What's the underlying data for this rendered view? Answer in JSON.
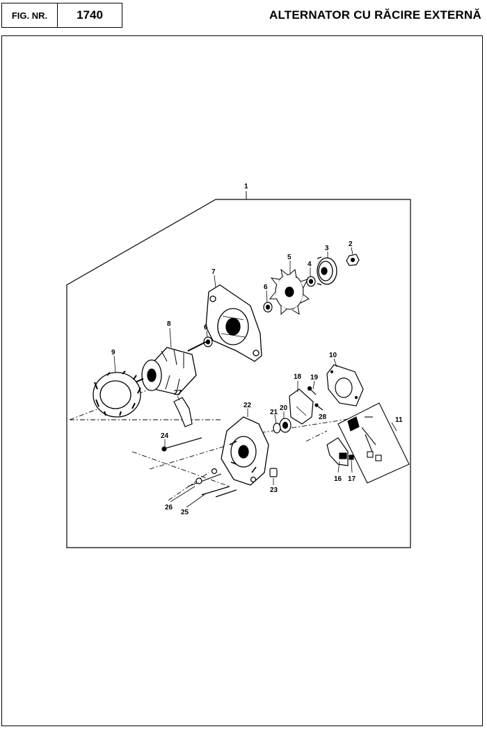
{
  "header": {
    "fig_label": "FIG. NR.",
    "fig_number": "1740",
    "title": "ALTERNATOR CU RĂCIRE EXTERNĂ"
  },
  "callouts": {
    "c1": "1",
    "c2": "2",
    "c3": "3",
    "c4": "4",
    "c5": "5",
    "c6a": "6",
    "c6b": "6",
    "c7": "7",
    "c8": "8",
    "c9": "9",
    "c10": "10",
    "c11": "11",
    "c16": "16",
    "c17": "17",
    "c18": "18",
    "c19": "19",
    "c20": "20",
    "c21": "21",
    "c22": "22",
    "c23": "23",
    "c24": "24",
    "c25": "25",
    "c26": "26",
    "c27": "27",
    "c28": "28"
  }
}
